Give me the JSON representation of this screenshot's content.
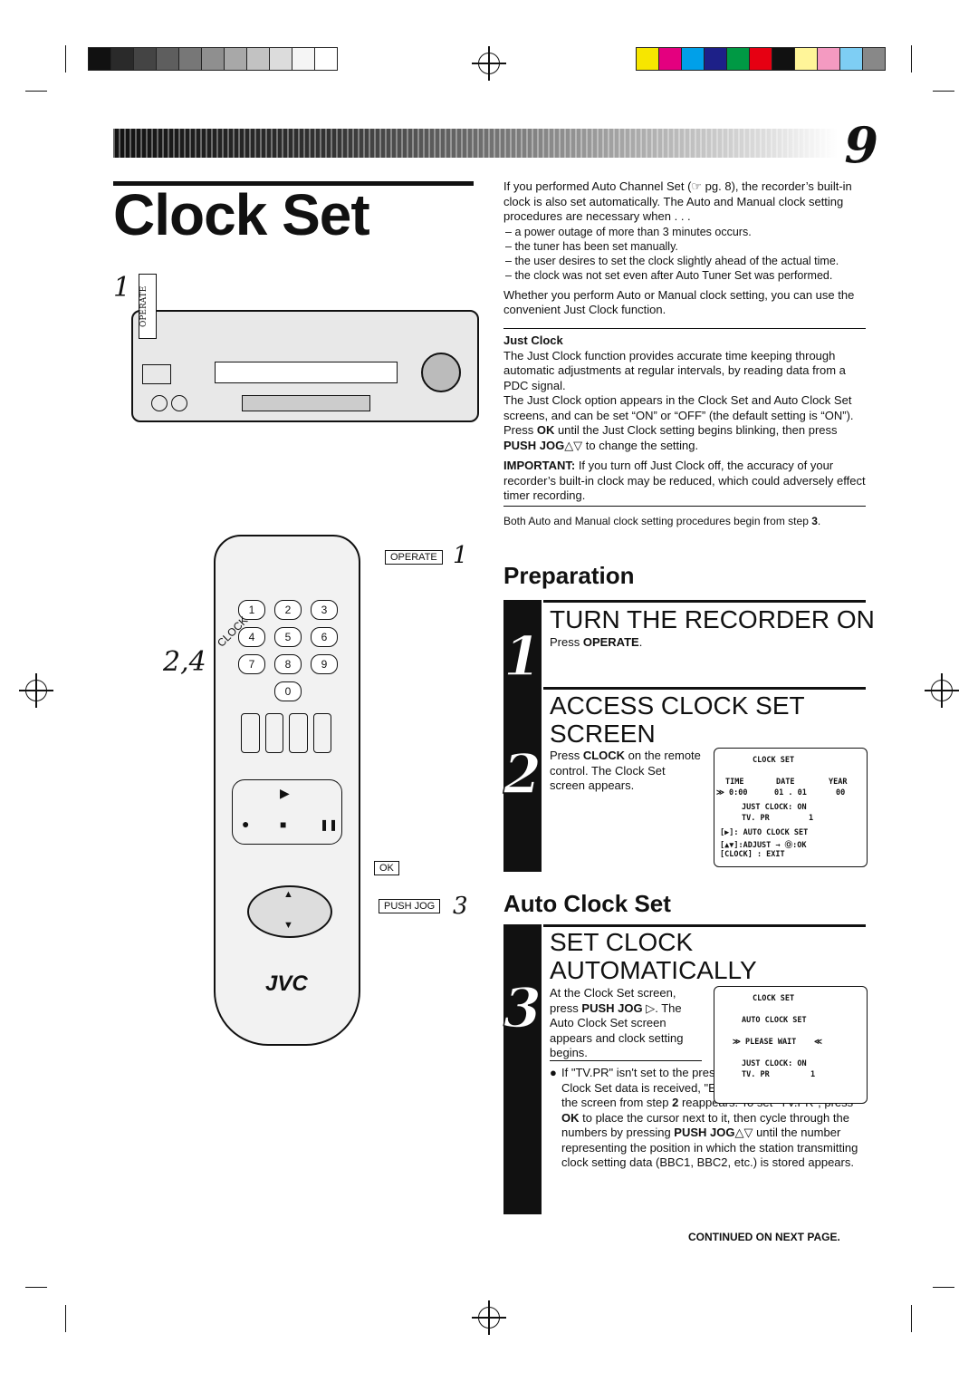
{
  "page": {
    "number": "9",
    "title": "Clock Set",
    "grayscale": [
      "#111111",
      "#2a2a2a",
      "#444444",
      "#5e5e5e",
      "#777777",
      "#8f8f8f",
      "#a8a8a8",
      "#c2c2c2",
      "#dcdcdc",
      "#f5f5f5",
      "#ffffff"
    ],
    "colors": [
      "#f7e600",
      "#e4007f",
      "#00a0e9",
      "#1d2088",
      "#009944",
      "#e60012",
      "#111111",
      "#fff599",
      "#f49ac1",
      "#7ecef4",
      "#888888"
    ]
  },
  "intro": {
    "lead": "If you performed Auto Channel Set (☞ pg. 8), the recorder’s built-in clock is also set automatically. The Auto and Manual clock setting procedures are necessary when . . .",
    "bullets": [
      "a power outage of more than 3 minutes occurs.",
      "the tuner has been set manually.",
      "the user desires to set the clock slightly ahead of the actual time.",
      "the clock was not set even after Auto Tuner Set was performed."
    ],
    "after": "Whether you perform Auto or Manual clock setting, you can use the convenient Just Clock function."
  },
  "just_clock": {
    "heading": "Just Clock",
    "p1": "The Just Clock function provides accurate time keeping through automatic adjustments at regular intervals, by reading data from a PDC signal.",
    "p2_a": "The Just Clock option appears in the Clock Set and Auto Clock Set screens, and can be set “ON” or “OFF” (the default setting is “ON”). Press ",
    "p2_ok": "OK",
    "p2_b": " until the Just Clock setting begins blinking, then press ",
    "p2_push": "PUSH JOG",
    "p2_c": "△▽ to change the setting.",
    "imp_label": "IMPORTANT:",
    "imp_text": " If you turn off Just Clock off, the accuracy of your recorder’s built-in clock may be reduced, which could adversely effect timer recording."
  },
  "both_note_a": "Both Auto and Manual clock setting procedures begin from step ",
  "both_note_b": "3",
  "both_note_c": ".",
  "preparation": {
    "heading": "Preparation",
    "step1": {
      "num": "1",
      "title": "TURN THE RECORDER ON",
      "text_a": "Press ",
      "text_b": "OPERATE",
      "text_c": "."
    },
    "step2": {
      "num": "2",
      "title": "ACCESS CLOCK SET SCREEN",
      "text_a": "Press ",
      "text_b": "CLOCK",
      "text_c": " on the remote control. The Clock Set screen appears."
    }
  },
  "auto_clock": {
    "heading": "Auto Clock Set",
    "step3": {
      "num": "3",
      "title": "SET CLOCK AUTOMATICALLY",
      "text_a": "At the Clock Set screen, press ",
      "text_b": "PUSH JOG",
      "text_c": " ▷. The Auto Clock Set screen appears and clock setting begins.",
      "note_a": "If \"TV.PR\" isn't set to the preset position on which Auto Clock Set data is received, \"ERROR\" appears, and then the screen from step ",
      "note_b": "2",
      "note_c": " reappears. To set \"TV.PR\", press ",
      "note_d": "OK",
      "note_e": " to place the cursor next to it, then cycle through the numbers by pressing ",
      "note_f": "PUSH JOG",
      "note_g": "△▽ until the number representing the position in which the station transmitting clock setting data (BBC1, BBC2, etc.) is stored appears."
    }
  },
  "osd1": {
    "title": "CLOCK SET",
    "col_time": "TIME",
    "col_date": "DATE",
    "col_year": "YEAR",
    "time": "0:00",
    "date": "01 . 01",
    "year": "00",
    "just": "JUST  CLOCK: ON",
    "tvpr": "TV. PR",
    "tvpr_val": "1",
    "l1": "[▶]: AUTO  CLOCK  SET",
    "l2": "[▲▼]:ADJUST →  Ⓞ:OK",
    "l3": "[CLOCK] : EXIT"
  },
  "osd2": {
    "title": "CLOCK SET",
    "sub": "AUTO  CLOCK  SET",
    "please": "PLEASE   WAIT",
    "just": "JUST  CLOCK: ON",
    "tvpr": "TV. PR",
    "tvpr_val": "1"
  },
  "figure": {
    "vcr_step": "1",
    "vcr_operate": "OPERATE",
    "remote_steps": "2,4",
    "clock_label": "CLOCK",
    "callout_operate": "OPERATE",
    "callout_operate_step": "1",
    "callout_ok": "OK",
    "callout_pushjog": "PUSH JOG",
    "callout_pushjog_step": "3",
    "brand": "JVC",
    "keys": [
      "1",
      "2",
      "3",
      "4",
      "5",
      "6",
      "7",
      "8",
      "9",
      "0"
    ]
  },
  "footer": "CONTINUED ON NEXT PAGE."
}
